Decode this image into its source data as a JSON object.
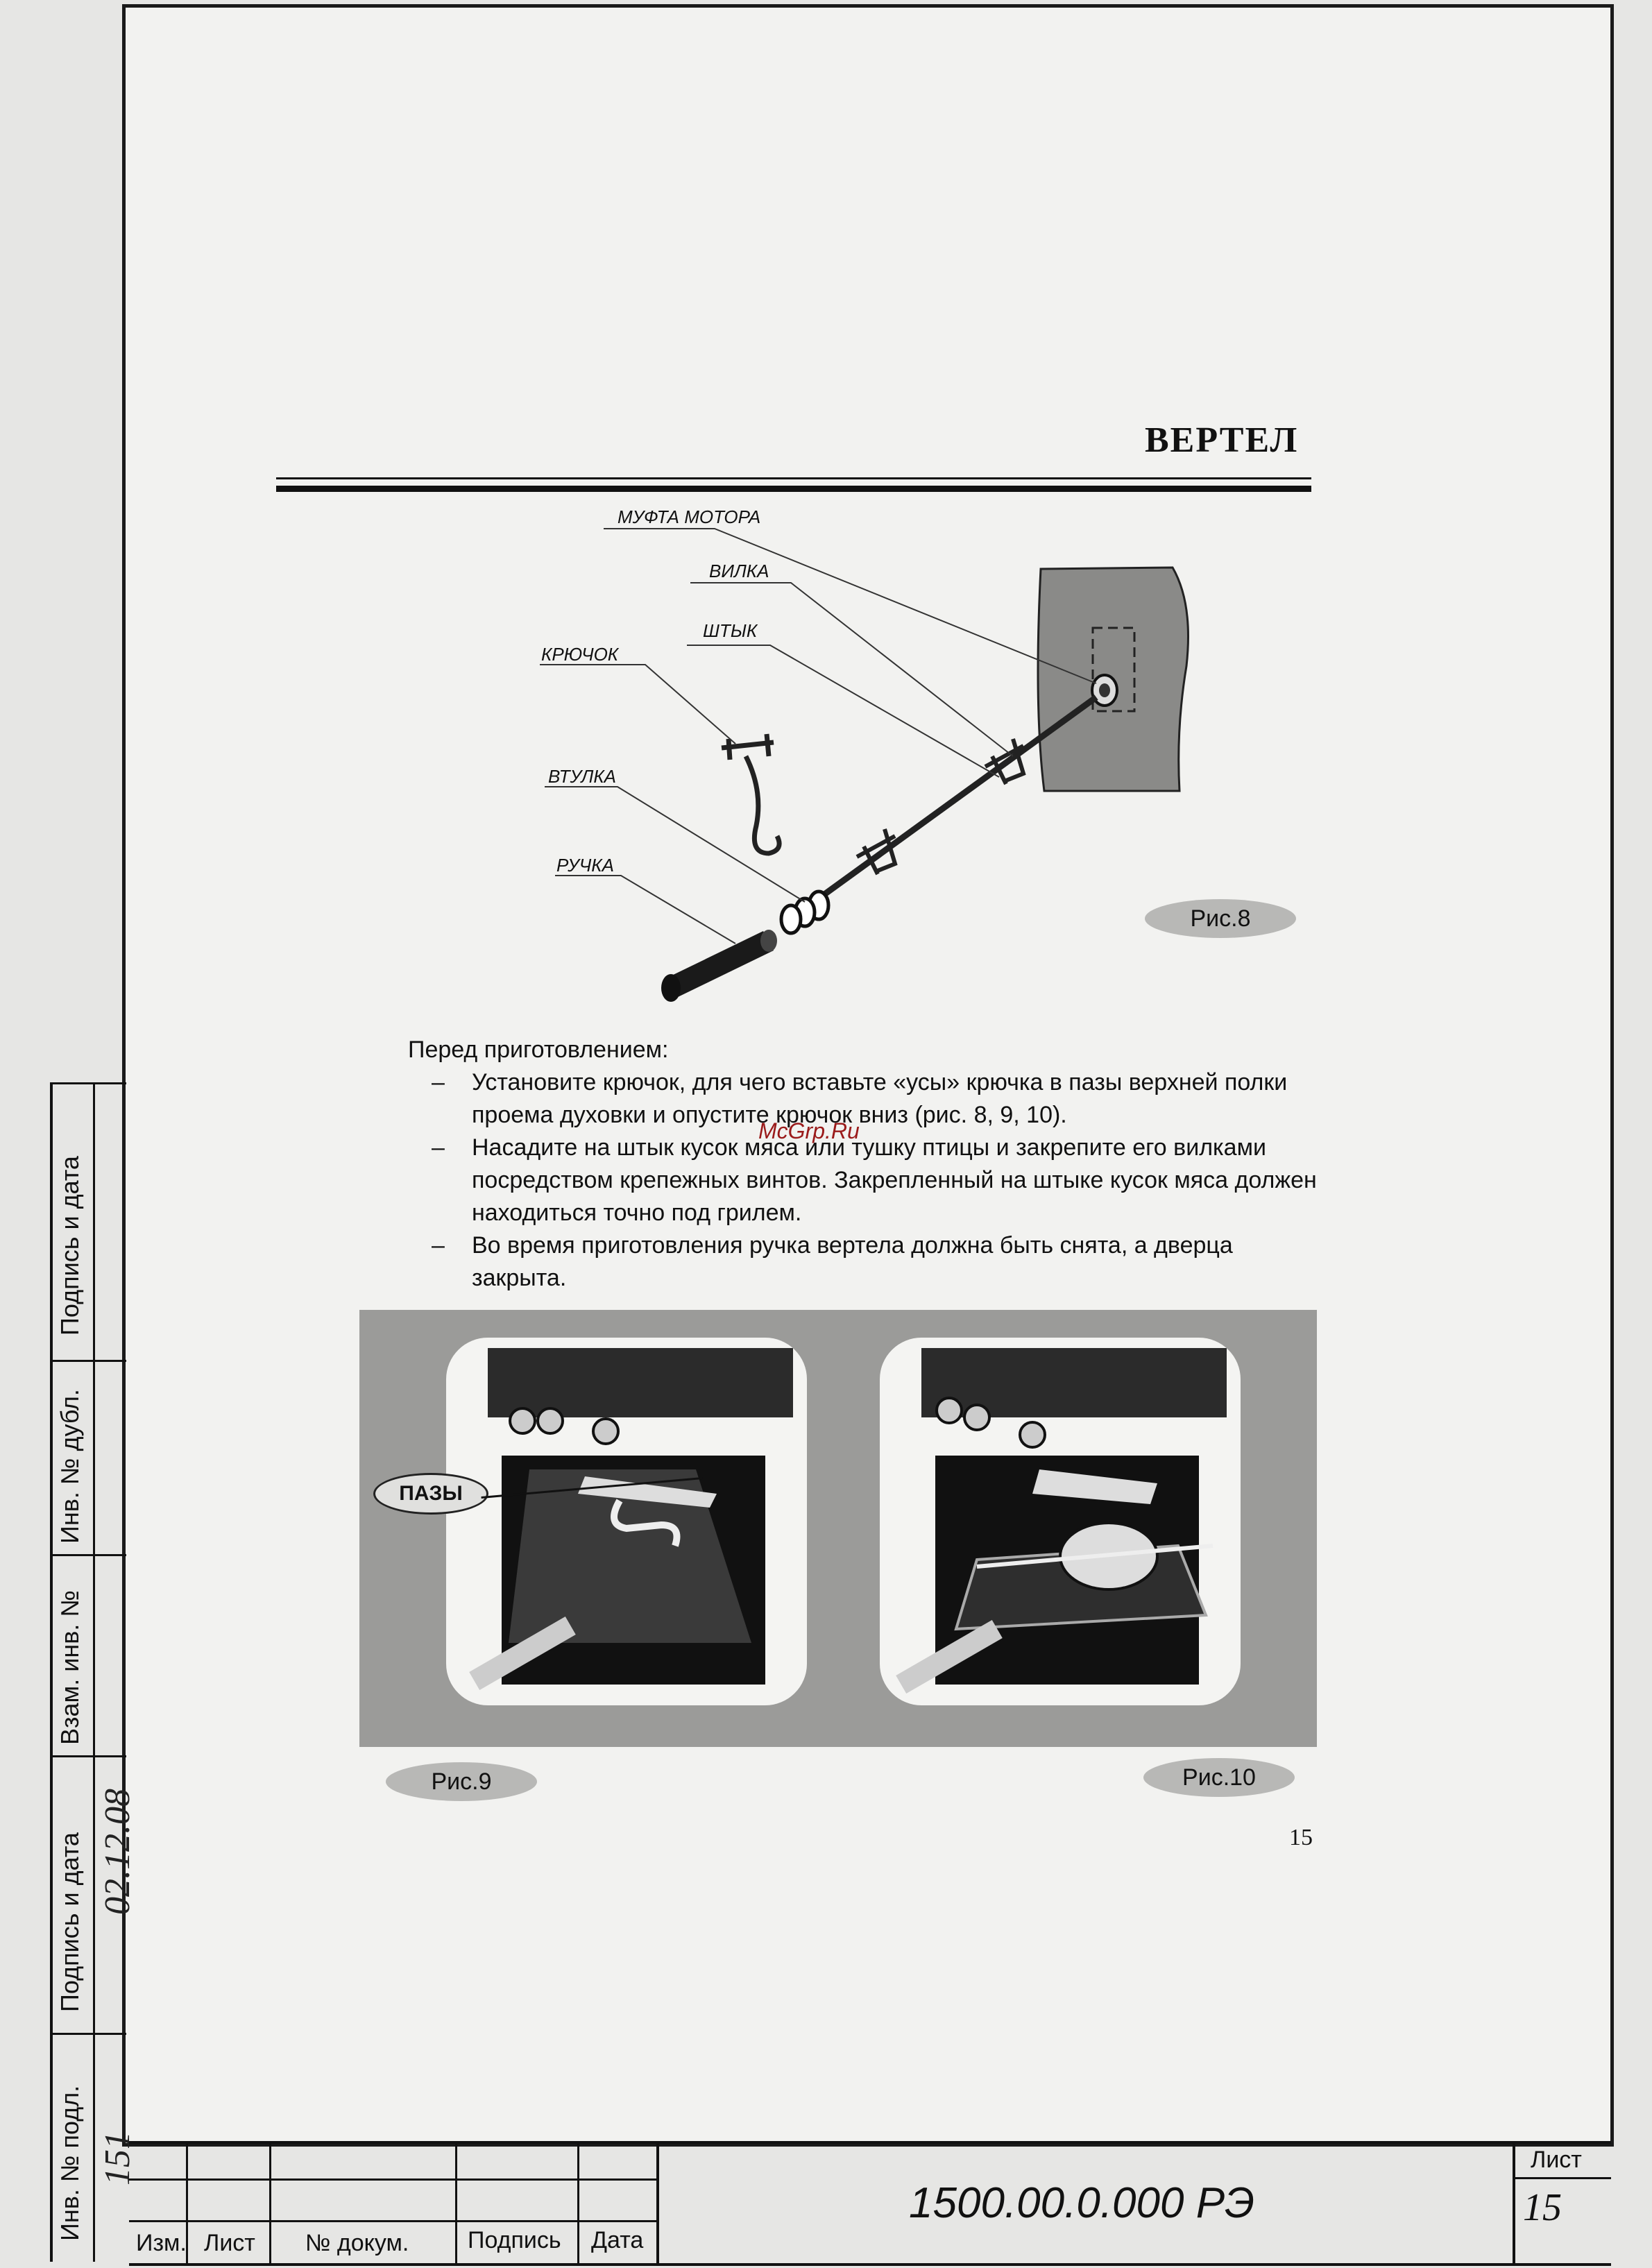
{
  "heading": "ВЕРТЕЛ",
  "figure8": {
    "labels": {
      "motor_coupling": "МУФТА МОТОРА",
      "fork": "ВИЛКА",
      "rod": "ШТЫК",
      "hook": "КРЮЧОК",
      "bushing": "ВТУЛКА",
      "handle": "РУЧКА"
    },
    "caption": "Рис.8"
  },
  "instructions": {
    "intro": "Перед приготовлением:",
    "items": [
      "Установите крючок, для чего вставьте «усы» крючка в пазы верхней полки проема духовки и опустите крючок вниз (рис. 8, 9, 10).",
      "Насадите на штык кусок мяса или тушку птицы и закрепите его вилками посредством крепежных винтов. Закрепленный на штыке кусок мяса должен находиться точно под грилем.",
      "Во время приготовления ручка вертела должна быть снята, а дверца закрыта."
    ]
  },
  "watermark": "McGrp.Ru",
  "figure9": {
    "label": "ПАЗЫ",
    "caption": "Рис.9"
  },
  "figure10": {
    "caption": "Рис.10"
  },
  "page_number": "15",
  "title_block": {
    "col_change": "Изм.",
    "col_sheet": "Лист",
    "col_doc": "№ докум.",
    "col_sign": "Подпись",
    "col_date": "Дата",
    "doc_code": "1500.00.0.000 РЭ",
    "sheet_label": "Лист",
    "sheet_value": "15"
  },
  "side_stamp": {
    "sign_date_1": "Подпись и дата",
    "inv_dup": "Инв. № дубл.",
    "replace_inv": "Взам. инв. №",
    "sign_date_2": "Подпись и дата",
    "inv_orig": "Инв. № подл.",
    "handwritten_inv": "151",
    "handwritten_date": "02.12.08"
  }
}
